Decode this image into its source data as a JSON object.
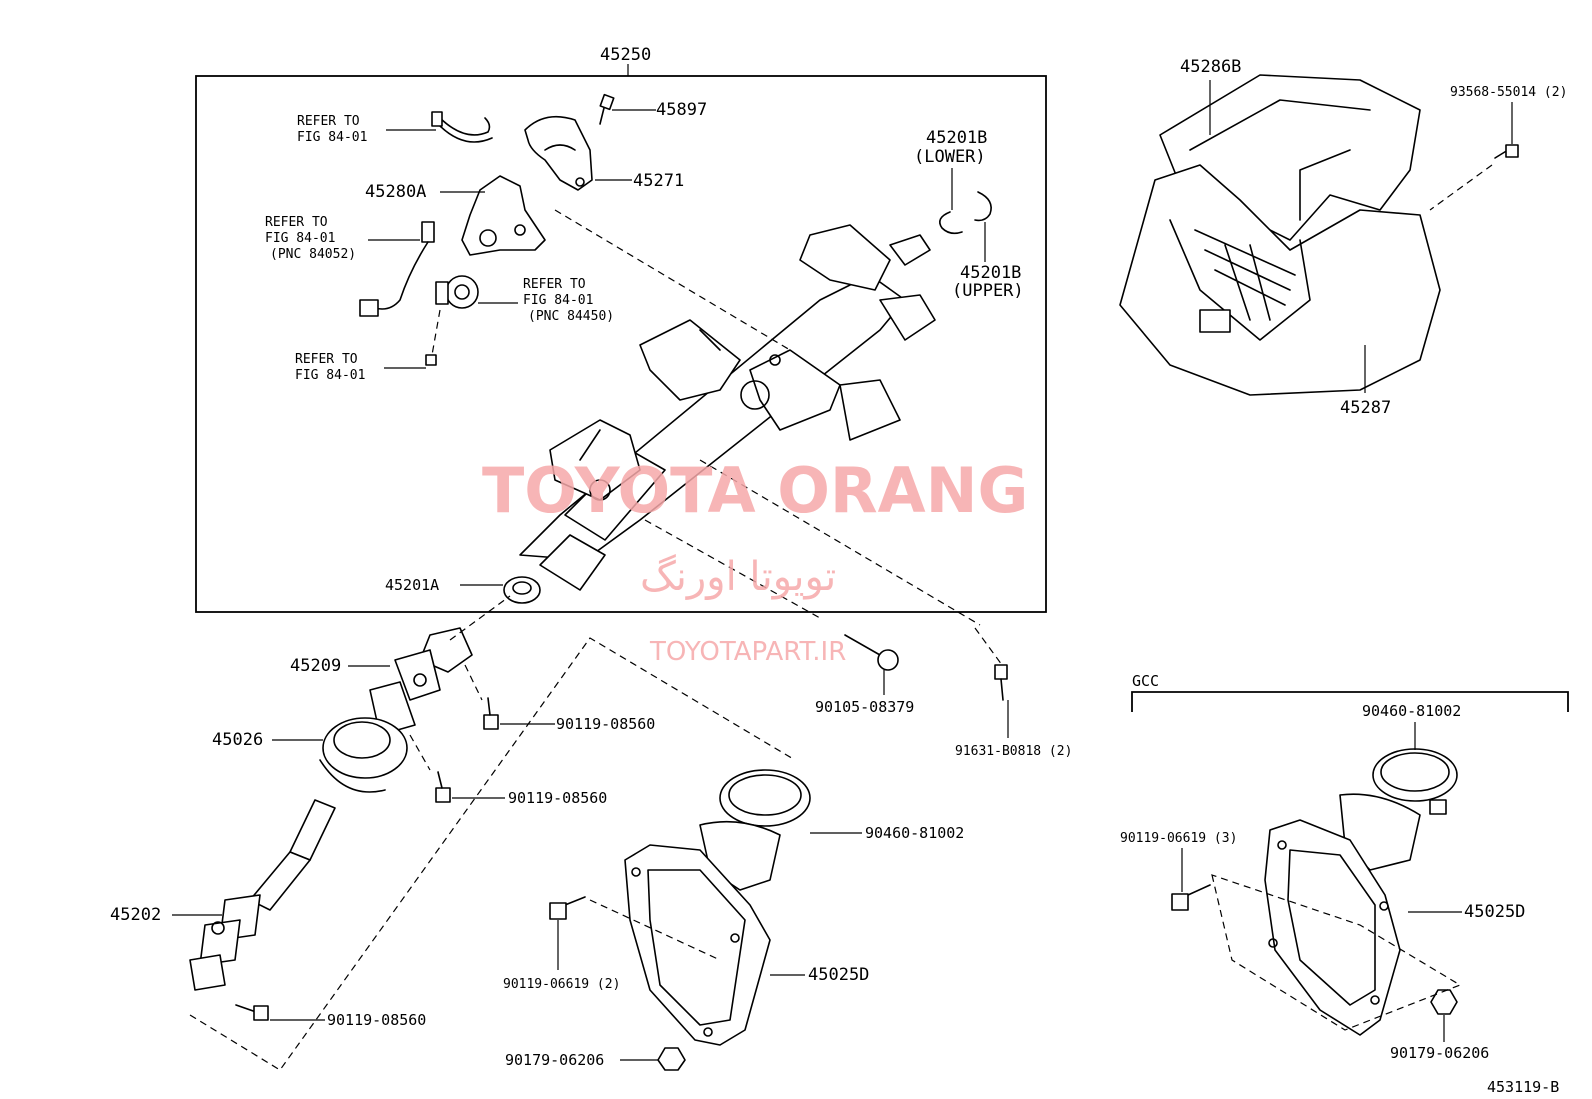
{
  "watermark": {
    "main": "TOYOTA ORANG",
    "arabic": "تویوتا اورنگ",
    "site": "TOYOTAPART.IR"
  },
  "frame_label": "45250",
  "labels": {
    "p45897": "45897",
    "p45271": "45271",
    "p45280A": "45280A",
    "refer_a1": "REFER TO",
    "refer_a2": "FIG 84-01",
    "refer_b1": "REFER TO",
    "refer_b2": "FIG 84-01",
    "refer_b3": "(PNC 84052)",
    "refer_c1": "REFER TO",
    "refer_c2": "FIG 84-01",
    "refer_c3": "(PNC 84450)",
    "refer_d1": "REFER TO",
    "refer_d2": "FIG 84-01",
    "p45201B_lower": "45201B",
    "lower": "(LOWER)",
    "p45201B_upper": "45201B",
    "upper": "(UPPER)",
    "p45201A": "45201A",
    "p45209": "45209",
    "p45026": "45026",
    "p45202": "45202",
    "b90119_08560_a": "90119-08560",
    "b90119_08560_b": "90119-08560",
    "b90119_08560_c": "90119-08560",
    "b90105_08379": "90105-08379",
    "b91631_B0818": "91631-B0818 (2)",
    "c90460_81002_a": "90460-81002",
    "p45025D_a": "45025D",
    "b90119_06619_a": "90119-06619 (2)",
    "n90179_06206_a": "90179-06206",
    "p45286B": "45286B",
    "p45287": "45287",
    "s93568_55014": "93568-55014 (2)",
    "gcc": "GCC",
    "c90460_81002_b": "90460-81002",
    "b90119_06619_b": "90119-06619 (3)",
    "p45025D_b": "45025D",
    "n90179_06206_b": "90179-06206",
    "fig_no": "453119-B"
  }
}
